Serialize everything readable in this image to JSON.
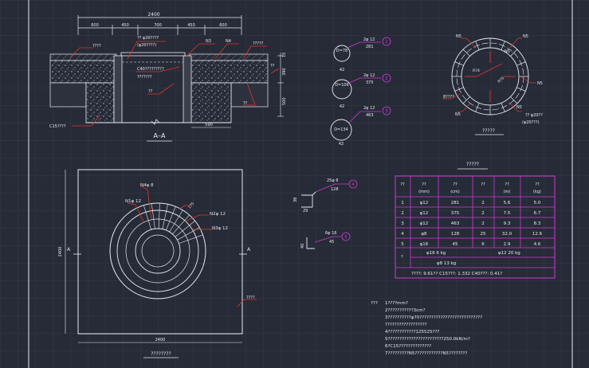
{
  "colors": {
    "background": "#262b37",
    "grid": "#323846",
    "line": "#e8ebf0",
    "accent_red": "#e2352b",
    "accent_magenta": "#d23ad8",
    "accent_yellow": "#e8d24a",
    "hatch": "#c9ccd3"
  },
  "section": {
    "overall_dim": "2400",
    "segment_dims": [
      "600",
      "450",
      "700",
      "450",
      "600"
    ],
    "title": "A–A",
    "bottom_dim": "590",
    "right_dims": [
      "15",
      "390",
      "500"
    ],
    "labels": {
      "top_left": "????",
      "upper_mid": "?? φ20????",
      "upper_mid2": "(φ20????)",
      "n3": "N3",
      "n4": "N4",
      "top_right": "?????",
      "c40": "C40?????????",
      "c40b": "???????",
      "mid": "??",
      "right1": "??",
      "right2": "??",
      "c15": "C15????"
    }
  },
  "rebar_shapes": [
    {
      "dia": "D=78",
      "num": "1",
      "top": "2φ 12",
      "len_top": "281",
      "bottom": "42"
    },
    {
      "dia": "D=106",
      "num": "2",
      "top": "2φ 12",
      "len_top": "375",
      "bottom": "42"
    },
    {
      "dia": "D=134",
      "num": "3",
      "top": "2φ 12",
      "len_top": "463",
      "bottom": "42"
    }
  ],
  "ring_detail": {
    "title": "?????",
    "labels": [
      "N5",
      "N5",
      "N5",
      "N5",
      "N5",
      "N5"
    ],
    "center_labels": [
      "R74",
      "R70"
    ],
    "bottom_right": "?? φ20??",
    "bottom_right2": "(φ20???)",
    "left_label": "8????"
  },
  "plan": {
    "title": "????????",
    "width_dim": "2400",
    "height_dim": "2400",
    "section_mark": "A",
    "labels": {
      "n4": "N4φ 8",
      "n1": "N1φ 12",
      "n2": "N2φ 12",
      "n3": "N3φ 12",
      "corner": "????",
      "spacing": "175"
    }
  },
  "small_shapes": [
    {
      "num": "4",
      "top": "25φ 8",
      "len": "128",
      "dims": [
        "38",
        "29"
      ]
    },
    {
      "num": "5",
      "top": "6φ 16",
      "len": "45",
      "dims": [
        "40"
      ]
    }
  ],
  "table": {
    "title": "?????",
    "headers": [
      "??",
      "??\n(mm)",
      "??\n(cm)",
      "??",
      "??\n(m)",
      "??\n(kg)"
    ],
    "rows": [
      [
        "1",
        "φ12",
        "281",
        "2",
        "5.6",
        "5.0"
      ],
      [
        "2",
        "φ12",
        "375",
        "2",
        "7.5",
        "6.7"
      ],
      [
        "3",
        "φ12",
        "463",
        "2",
        "9.3",
        "8.3"
      ],
      [
        "4",
        "φ8",
        "128",
        "25",
        "32.0",
        "12.6"
      ],
      [
        "5",
        "φ16",
        "45",
        "6",
        "2.9",
        "4.6"
      ]
    ],
    "sum_label": "?",
    "sum_line1": "φ18  6 kg",
    "sum_line1b": "φ12  20 kg",
    "sum_line2": "φ8  13 kg",
    "footer": "????: 9.61??   C15???: 1.332   C40???: 0.41?"
  },
  "notes": {
    "label": "???",
    "lines": [
      "1????mm?",
      "2???????????3cm?",
      "3??????????φ70???????????????????????????",
      "   ??????????????????",
      "4????????????125525???",
      "5????????????????????????250.0kN/m?",
      "6?C15??????????????",
      "7?????????N5????????????N5????????"
    ]
  }
}
